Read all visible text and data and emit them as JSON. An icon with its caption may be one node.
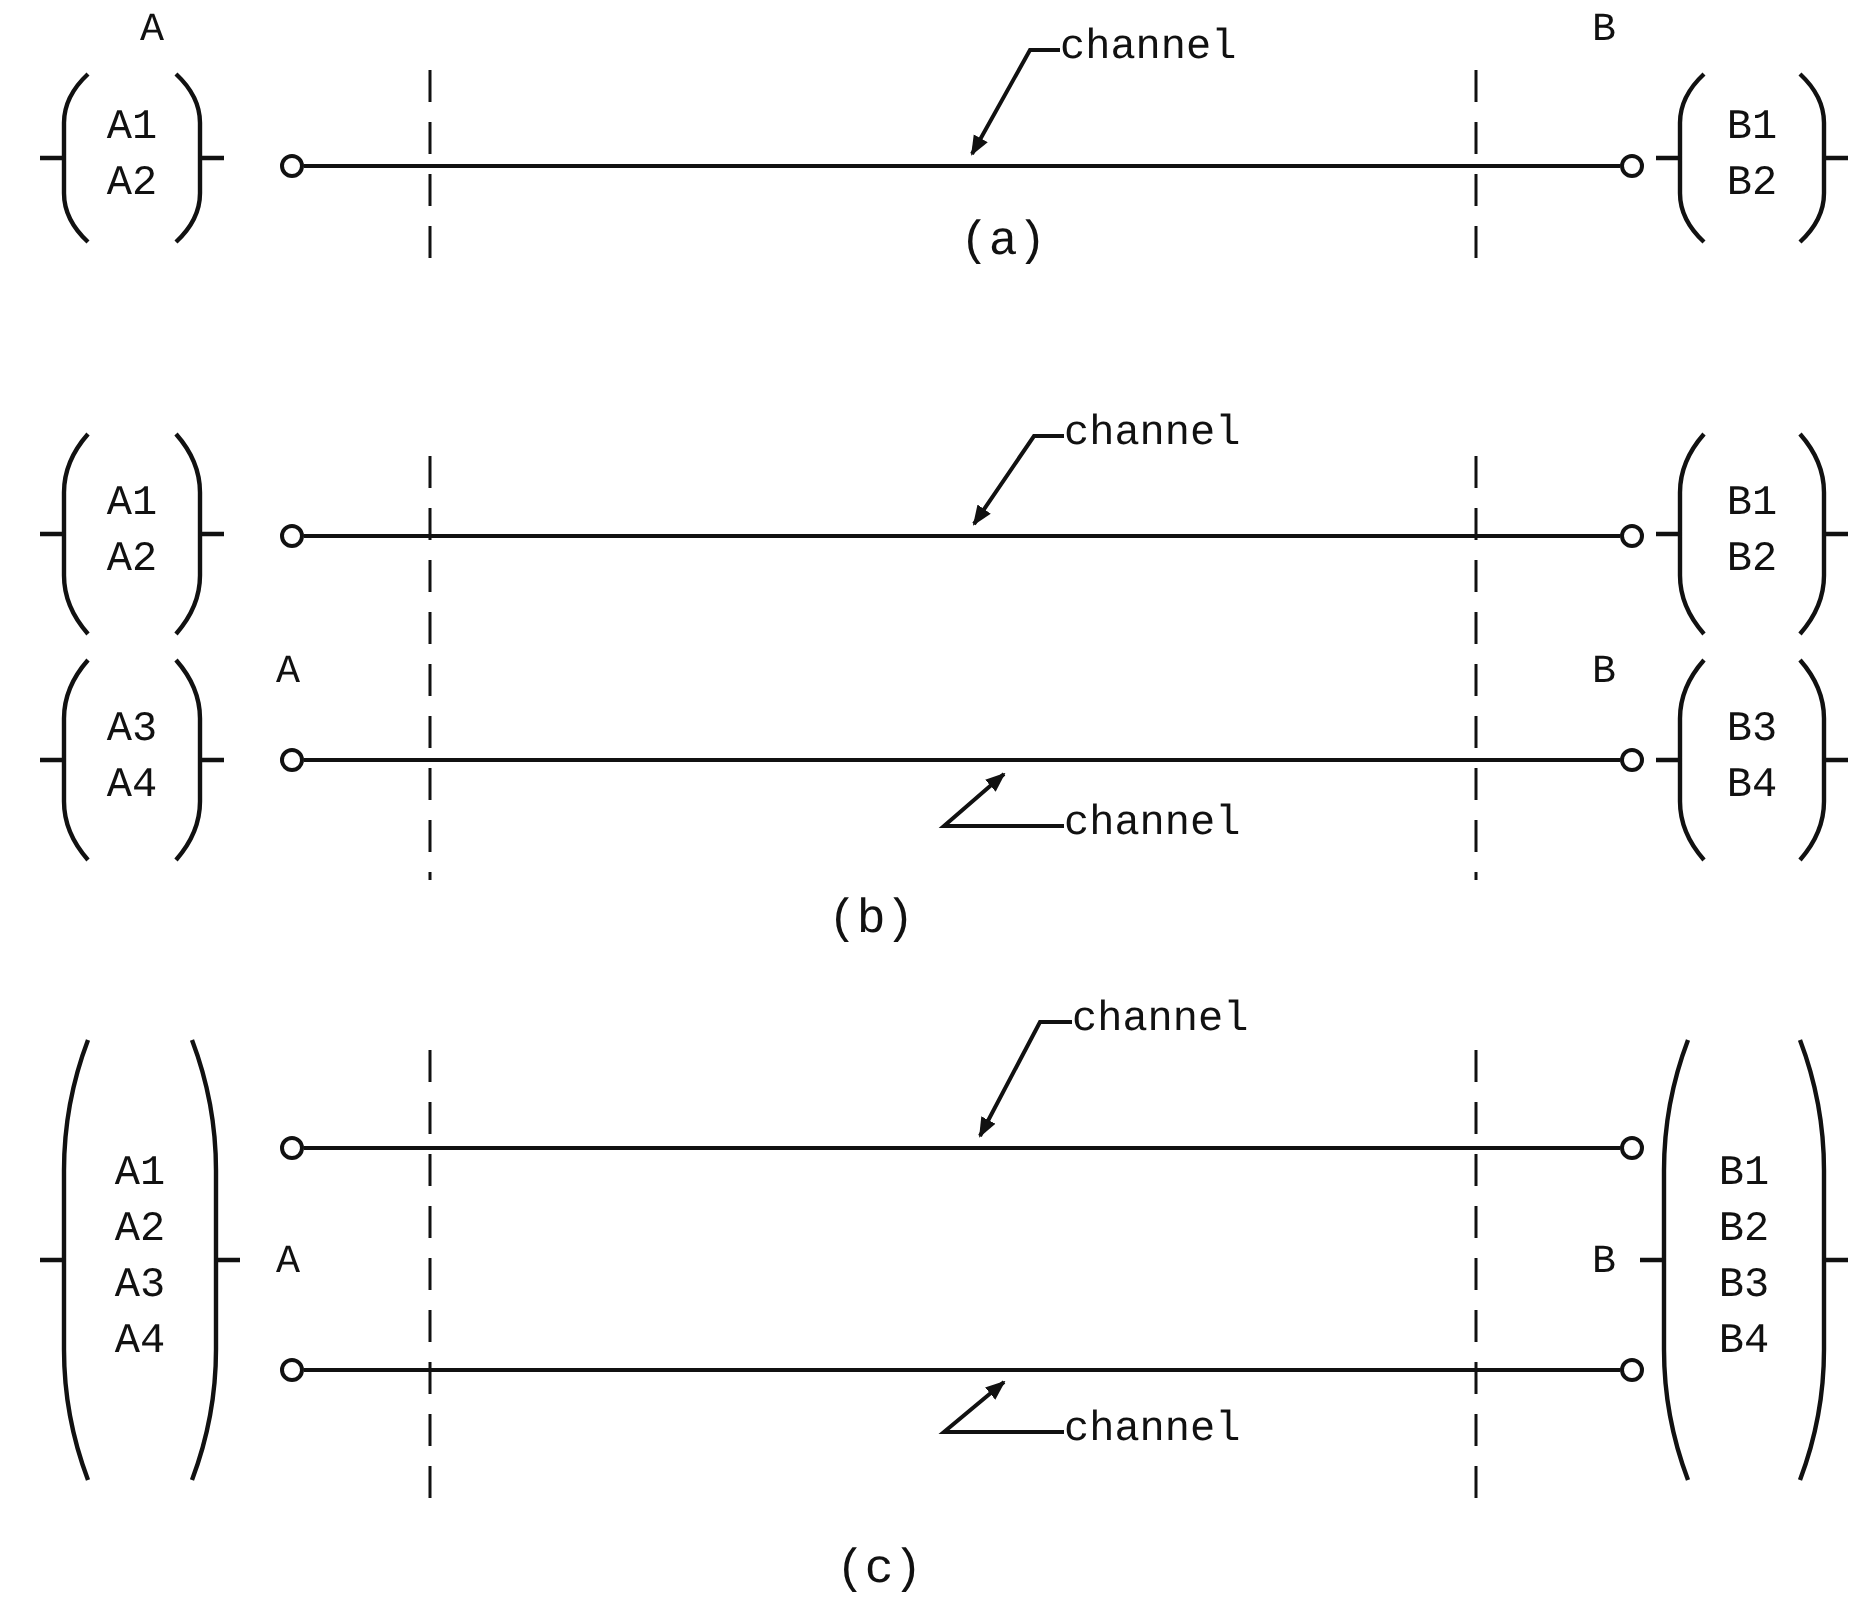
{
  "diagram": {
    "nodes": [
      {
        "text": [
          "A1 A2"
        ]
      },
      {
        "text": [],
        "shape": "circle"
      },
      {
        "text": [],
        "shape": "circle"
      },
      {
        "text": [
          "B1 B2"
        ]
      },
      {
        "text": [
          "channel"
        ]
      },
      {
        "text": [
          "A1 A2"
        ]
      },
      {
        "text": [],
        "shape": "circle"
      },
      {
        "text": [],
        "shape": "circle"
      },
      {
        "text": [
          "B1 B2"
        ]
      },
      {
        "text": [
          "channel"
        ]
      },
      {
        "text": [
          "A3 A4"
        ]
      },
      {
        "text": [],
        "shape": "circle"
      },
      {
        "text": [],
        "shape": "circle"
      },
      {
        "text": [
          "B3 B4"
        ]
      },
      {
        "text": [
          "channel"
        ]
      },
      {
        "text": [
          "A1 A2 A3 A4"
        ]
      },
      {
        "text": [],
        "shape": "circle"
      },
      {
        "text": [],
        "shape": "circle"
      },
      {
        "text": [
          "B1 B2 B3 B4"
        ]
      },
      {
        "text": [
          "channel"
        ]
      },
      {
        "text": [],
        "shape": "circle"
      },
      {
        "text": [],
        "shape": "circle"
      },
      {
        "text": [
          "channel"
        ]
      }
    ],
    "edges": [
      {
        "from": 1,
        "to": 2,
        "arrow": "none"
      },
      {
        "from": 6,
        "to": 7,
        "arrow": "none"
      },
      {
        "from": 11,
        "to": 12,
        "arrow": "none"
      },
      {
        "from": 16,
        "to": 17,
        "arrow": "none"
      },
      {
        "from": 20,
        "to": 21,
        "arrow": "none"
      },
      {
        "from": 4,
        "to": null,
        "arrow": "to"
      },
      {
        "from": 9,
        "to": null,
        "arrow": "to"
      },
      {
        "from": 14,
        "to": null,
        "arrow": "to"
      },
      {
        "from": 19,
        "to": null,
        "arrow": "to"
      },
      {
        "from": 22,
        "to": null,
        "arrow": "to"
      }
    ],
    "labels": [
      "A",
      "B",
      "(a)",
      "A",
      "B",
      "(b)",
      "A",
      "B",
      "(c)"
    ]
  }
}
